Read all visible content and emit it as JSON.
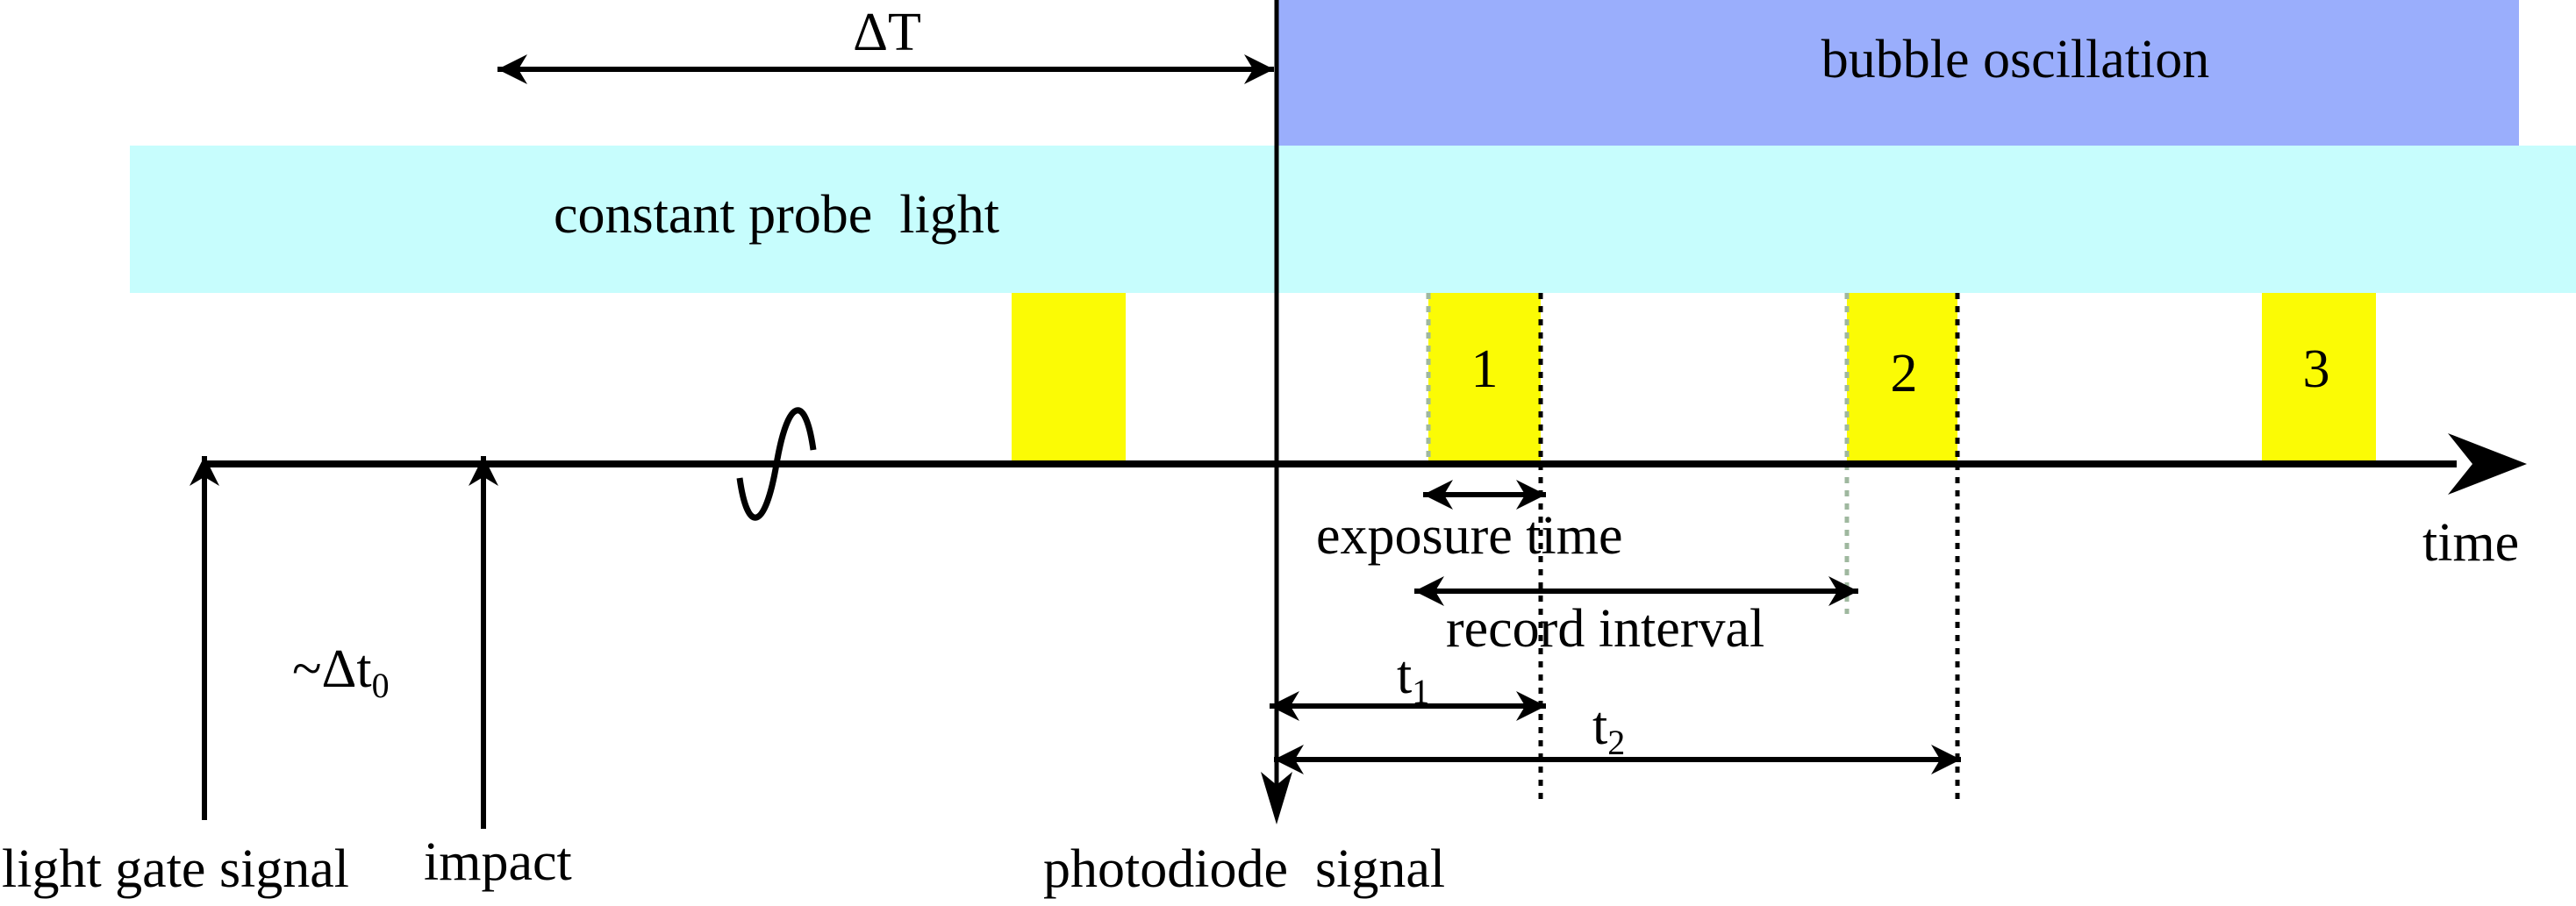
{
  "colors": {
    "bubble_band": "#9aaefc",
    "probe_band": "#c7fdfd",
    "exposure_pulse": "#fbfb05",
    "line": "#000000",
    "dotted_start": "#9fb89f",
    "dotted_end": "#000000"
  },
  "labels": {
    "delta_t": "ΔT",
    "bubble_oscillation": "bubble oscillation",
    "constant_probe_light": "constant probe  light",
    "time": "time",
    "exposure_time": "exposure time",
    "record_interval": "record interval",
    "t1_main": "t",
    "t1_sub": "1",
    "t2_main": "t",
    "t2_sub": "2",
    "dt0_main": "~Δt",
    "dt0_sub": "0",
    "light_gate_signal": "light gate signal",
    "impact": "impact",
    "photodiode_signal": "photodiode  signal"
  },
  "pulses": [
    {
      "label": ""
    },
    {
      "label": "1"
    },
    {
      "label": "2"
    },
    {
      "label": "3"
    }
  ]
}
